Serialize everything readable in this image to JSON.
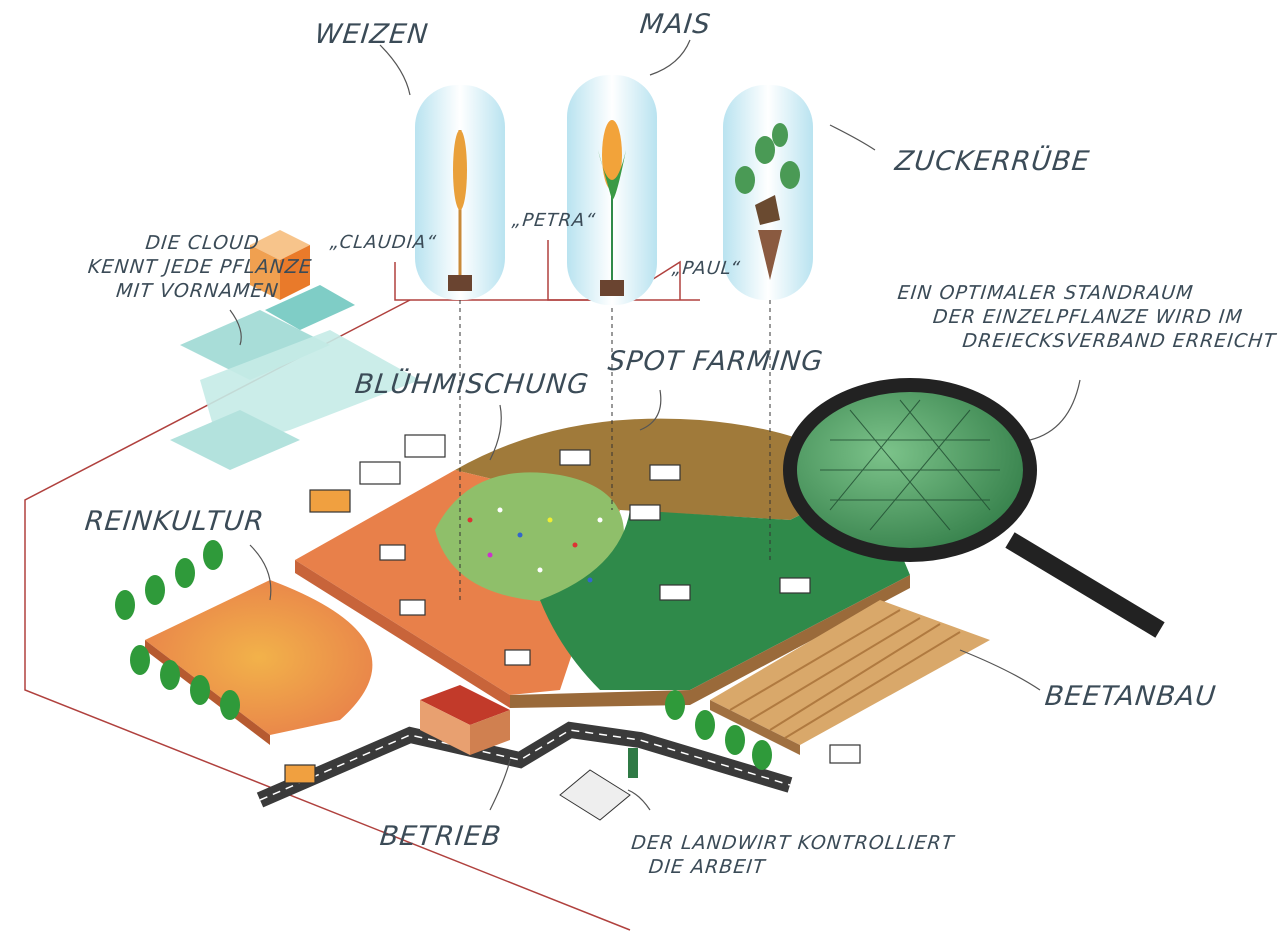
{
  "crops": [
    {
      "label": "WEIZEN",
      "nickname": "„CLAUDIA“"
    },
    {
      "label": "MAIS",
      "nickname": "„PETRA“"
    },
    {
      "label": "ZUCKERRÜBE",
      "nickname": "„PAUL“"
    }
  ],
  "labels": {
    "cloud": [
      "DIE CLOUD",
      "KENNT JEDE PFLANZE",
      "MIT VORNAMEN"
    ],
    "bluehmischung": "BLÜHMISCHUNG",
    "spot_farming": "SPOT FARMING",
    "standraum": [
      "EIN OPTIMALER STANDRAUM",
      "DER EINZELPFLANZE WIRD IM",
      "DREIECKSVERBAND ERREICHT"
    ],
    "reinkultur": "REINKULTUR",
    "beetanbau": "BEETANBAU",
    "betrieb": "BETRIEB",
    "landwirt": [
      "DER LANDWIRT KONTROLLIERT",
      "DIE ARBEIT"
    ]
  },
  "colors": {
    "text": "#3b4b57",
    "orange_field": "#e8804a",
    "green_field": "#2f8a4a",
    "brown_field": "#a07a3a",
    "network_line": "#b0413e",
    "cloud": "#8fd3cf"
  }
}
